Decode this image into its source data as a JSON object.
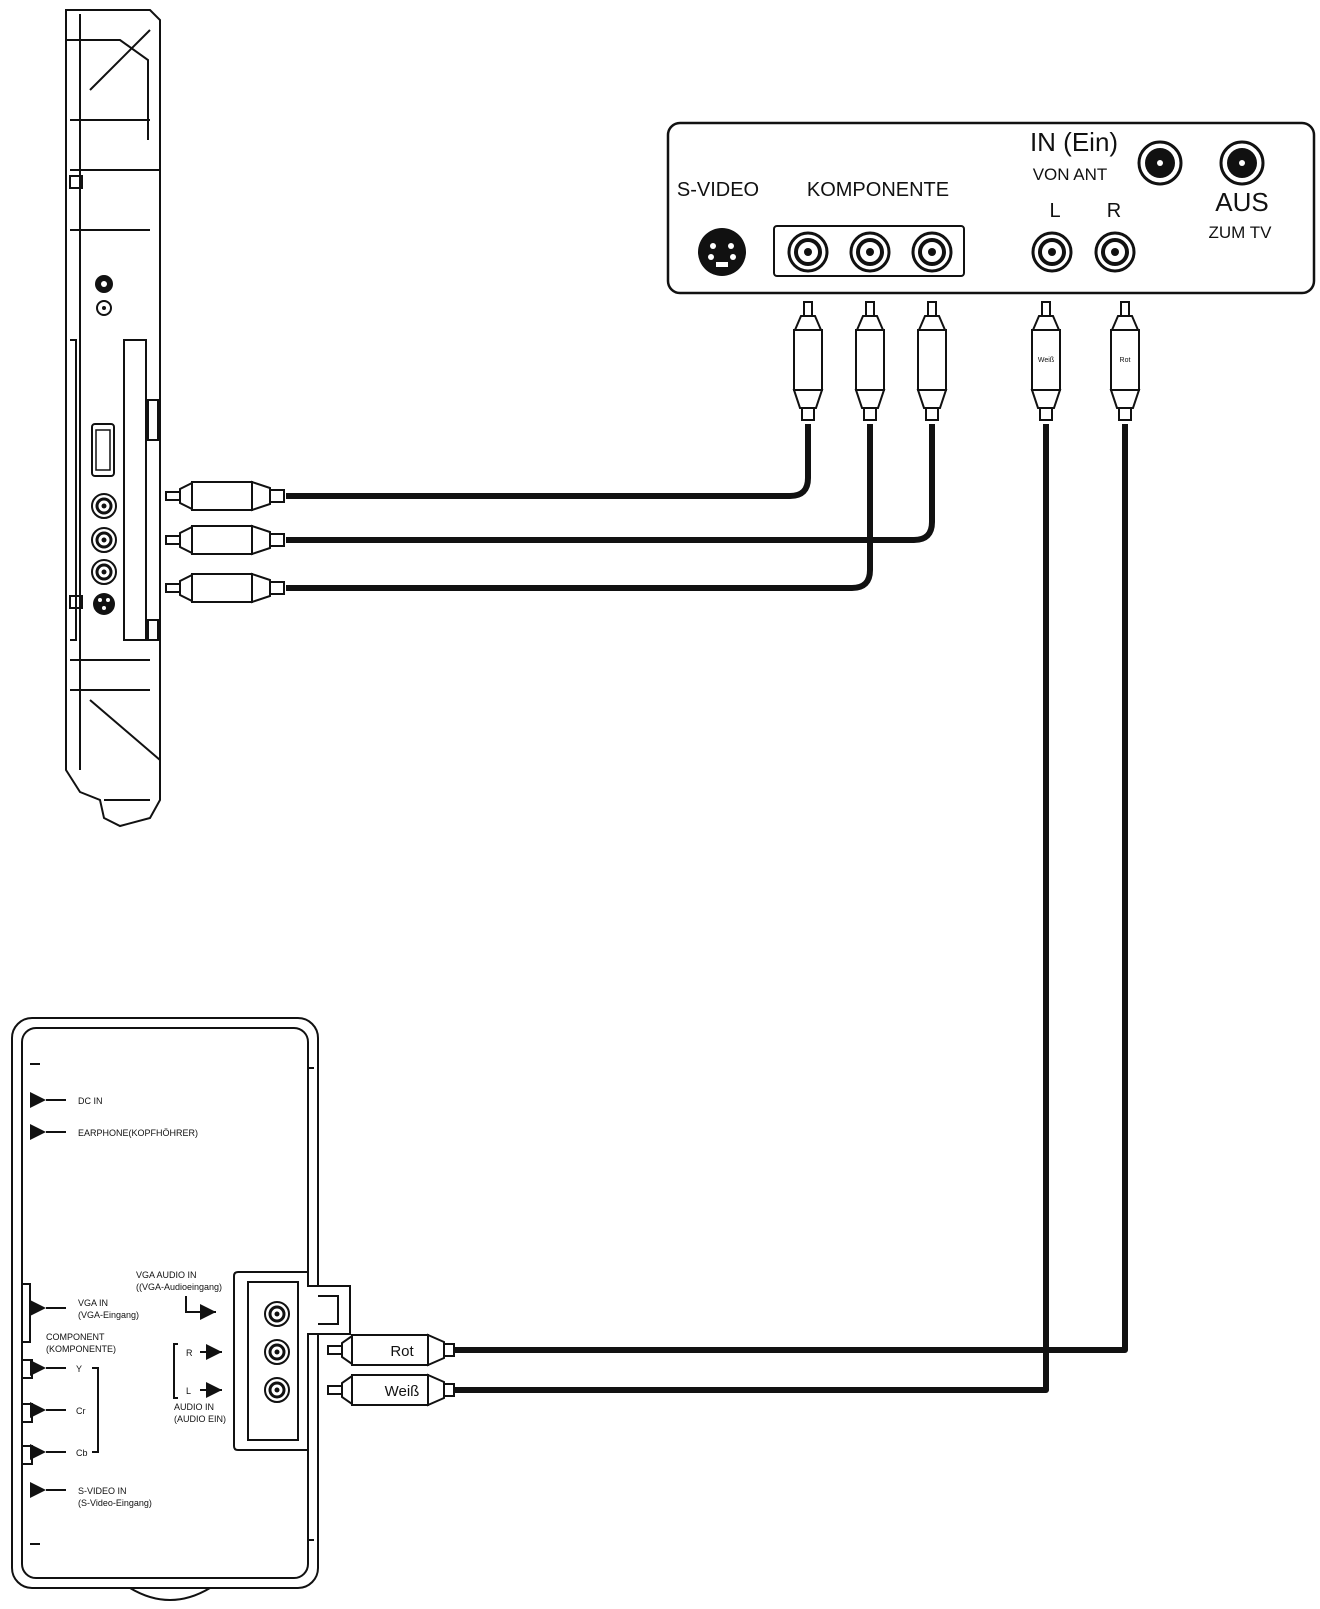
{
  "receiver_panel": {
    "svideo_label": "S-VIDEO",
    "component_label": "KOMPONENTE",
    "in_label": "IN (Ein)",
    "from_ant_label": "VON ANT",
    "left_label": "L",
    "right_label": "R",
    "out_label": "AUS",
    "to_tv_label": "ZUM TV"
  },
  "audio_plug_tags": {
    "white_top": "Weiß",
    "red_top": "Rot",
    "red_bottom": "Rot",
    "white_bottom": "Weiß"
  },
  "player_panel": {
    "dc_in": "DC IN",
    "earphone": "EARPHONE(KOPFHÖHRER)",
    "vga_in": "VGA IN",
    "vga_in_de": "(VGA-Eingang)",
    "component": "COMPONENT",
    "component_de": "(KOMPONENTE)",
    "y": "Y",
    "cr": "Cr",
    "cb": "Cb",
    "svideo_in": "S-VIDEO IN",
    "svideo_in_de": "(S-Video-Eingang)",
    "vga_audio_in": "VGA AUDIO IN",
    "vga_audio_in_de": "((VGA-Audioeingang)",
    "audio_r": "R",
    "audio_l": "L",
    "audio_in": "AUDIO IN",
    "audio_in_de": "(AUDIO EIN)"
  }
}
